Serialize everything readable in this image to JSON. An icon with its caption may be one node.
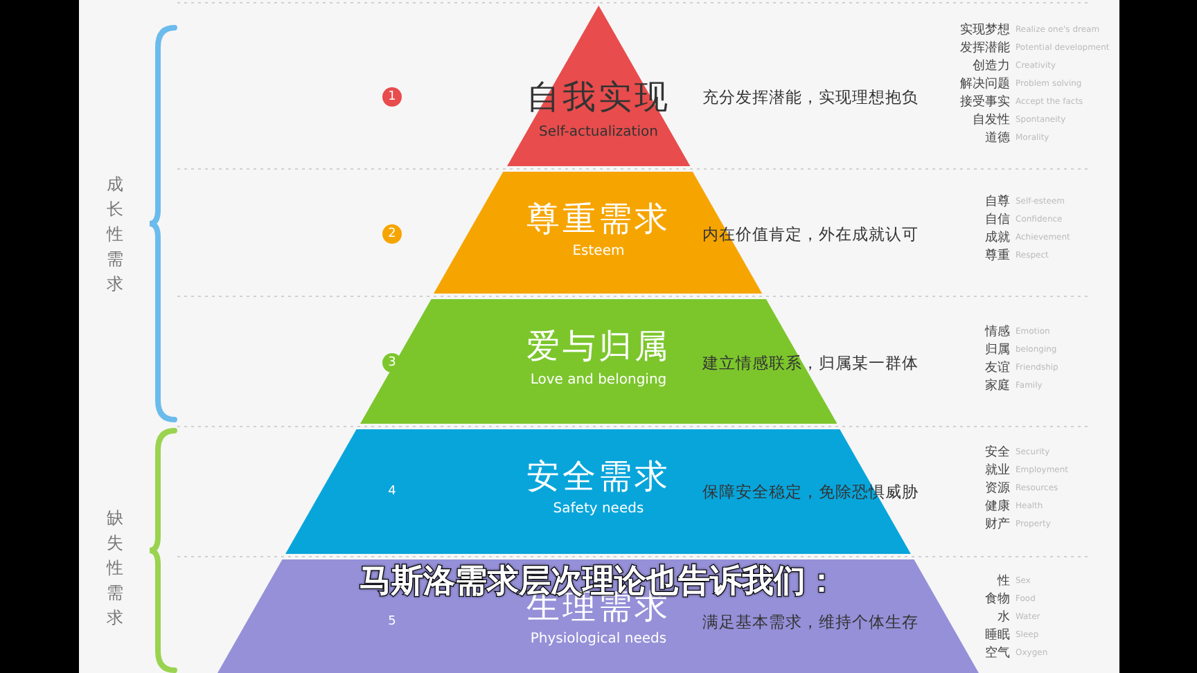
{
  "diagram": {
    "caption": "马斯洛需求层次理论也告诉我们：",
    "nodes": [
      {
        "text": [
          "自我实现",
          "Self-actualization"
        ]
      },
      {
        "text": [
          "尊重需求",
          "Esteem"
        ]
      },
      {
        "text": [
          "爱与归属",
          "Love and belonging"
        ]
      },
      {
        "text": [
          "安全需求",
          "Safety needs"
        ]
      },
      {
        "text": [
          "生理需求",
          "Physiological needs"
        ]
      }
    ],
    "labels": [
      "成长性需求",
      "缺失性需求",
      "1",
      "充分发挥潜能，实现理想抱负",
      "2",
      "内在价值肯定，外在成就认可",
      "3",
      "建立情感联系，归属某一群体",
      "4",
      "保障安全稳定，免除恐惧威胁",
      "5",
      "满足基本需求，维持个体生存",
      "实现梦想",
      "Realize one's dream",
      "发挥潜能",
      "Potential development",
      "创造力",
      "Creativity",
      "解决问题",
      "Problem solving",
      "接受事实",
      "Accept the facts",
      "自发性",
      "Spontaneity",
      "道德",
      "Morality",
      "自尊",
      "Self-esteem",
      "自信",
      "Confidence",
      "成就",
      "Achievement",
      "尊重",
      "Respect",
      "情感",
      "Emotion",
      "归属",
      "belonging",
      "友谊",
      "Friendship",
      "家庭",
      "Family",
      "安全",
      "Security",
      "就业",
      "Employment",
      "资源",
      "Resources",
      "健康",
      "Health",
      "财产",
      "Property",
      "性",
      "Sex",
      "食物",
      "Food",
      "水",
      "Water",
      "睡眠",
      "Sleep",
      "空气",
      "Oxygen"
    ]
  }
}
